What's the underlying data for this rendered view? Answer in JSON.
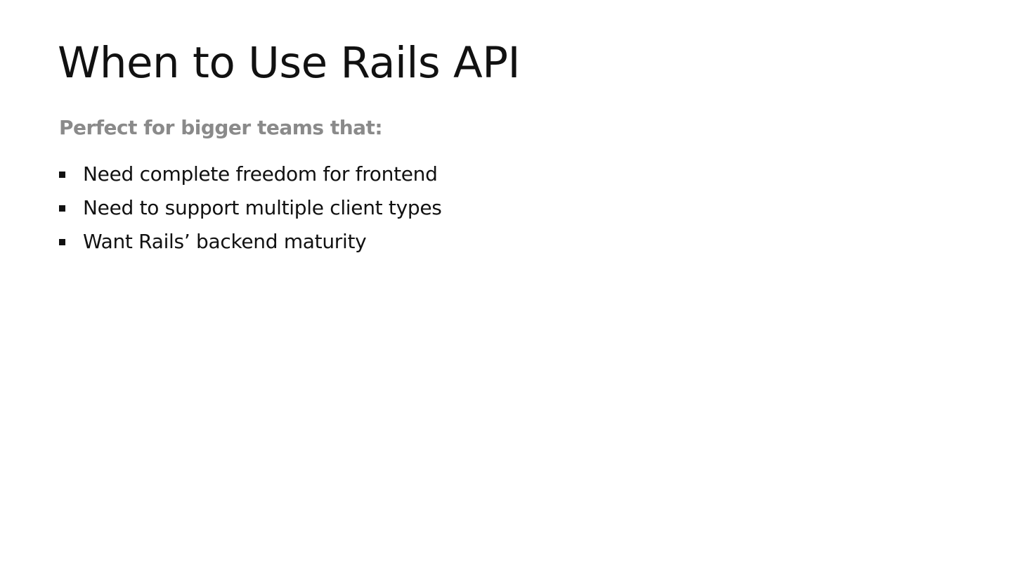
{
  "slide": {
    "title": "When to Use Rails API",
    "subtitle": "Perfect for bigger teams that:",
    "bullets": [
      "Need complete freedom for frontend",
      "Need to support multiple client types",
      "Want Rails’ backend maturity"
    ]
  },
  "colors": {
    "text": "#111111",
    "subtitle": "#8a8a8a",
    "background": "#ffffff"
  }
}
